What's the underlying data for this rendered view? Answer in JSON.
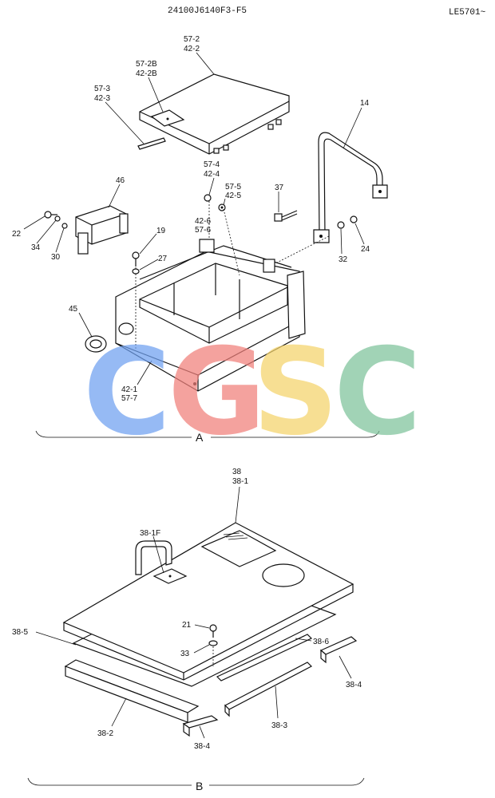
{
  "header": {
    "part_number": "24100J6140F3-F5",
    "serial": "LE5701~"
  },
  "watermark": {
    "letters": [
      "C",
      "G",
      "S",
      "C"
    ],
    "colors": [
      "#6ea0f0",
      "#f07f7a",
      "#f5d46a",
      "#7ec39a"
    ]
  },
  "sections": {
    "a": "A",
    "b": "B"
  },
  "labels_a": {
    "l57_2": "57-2",
    "l42_2": "42-2",
    "l57_2b": "57-2B",
    "l42_2b": "42-2B",
    "l57_3": "57-3",
    "l42_3": "42-3",
    "l14": "14",
    "l46": "46",
    "l57_4": "57-4",
    "l42_4": "42-4",
    "l37": "37",
    "l57_5": "57-5",
    "l42_5": "42-5",
    "l42_6": "42-6",
    "l57_6": "57-6",
    "l22": "22",
    "l34": "34",
    "l30": "30",
    "l19": "19",
    "l27": "27",
    "l32": "32",
    "l24": "24",
    "l45": "45",
    "l42_1": "42-1",
    "l57_7": "57-7"
  },
  "labels_b": {
    "l38": "38",
    "l38_1": "38-1",
    "l38_1f": "38-1F",
    "l21": "21",
    "l33": "33",
    "l38_5": "38-5",
    "l38_6": "38-6",
    "l38_4a": "38-4",
    "l38_2": "38-2",
    "l38_3": "38-3",
    "l38_4b": "38-4"
  }
}
